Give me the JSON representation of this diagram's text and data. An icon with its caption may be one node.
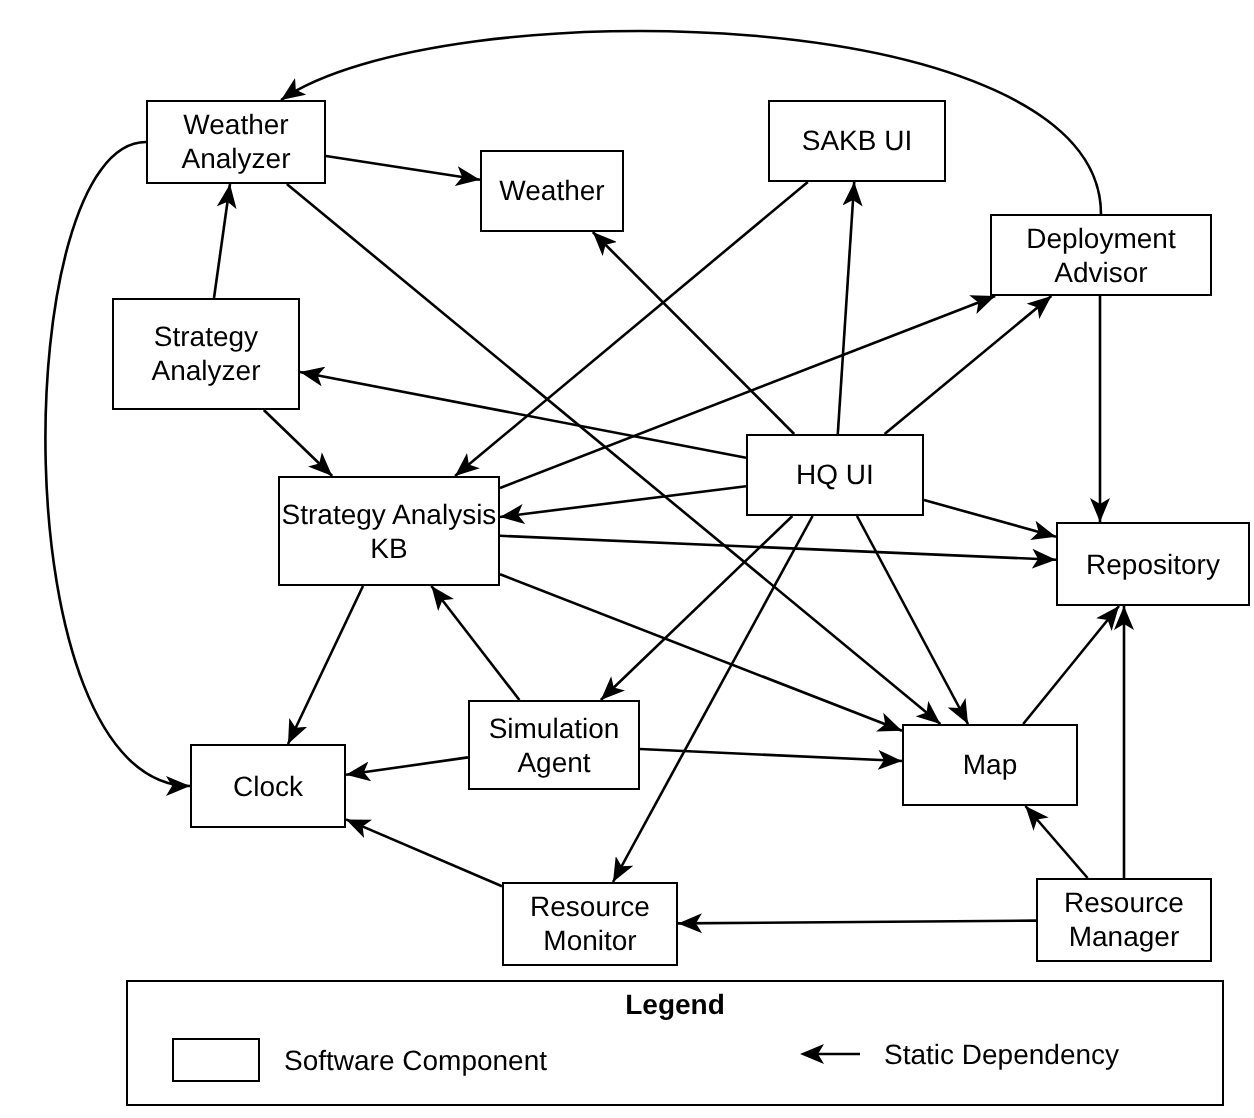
{
  "diagram": {
    "nodes": [
      {
        "text": [
          "Weather Analyzer"
        ]
      },
      {
        "text": [
          "Weather"
        ]
      },
      {
        "text": [
          "SAKB UI"
        ]
      },
      {
        "text": [
          "Deployment Advisor"
        ]
      },
      {
        "text": [
          "Strategy Analyzer"
        ]
      },
      {
        "text": [
          "HQ UI"
        ]
      },
      {
        "text": [
          "Strategy Analysis KB"
        ]
      },
      {
        "text": [
          "Repository"
        ]
      },
      {
        "text": [
          "Simulation Agent"
        ]
      },
      {
        "text": [
          "Clock"
        ]
      },
      {
        "text": [
          "Map"
        ]
      },
      {
        "text": [
          "Resource Monitor"
        ]
      },
      {
        "text": [
          "Resource Manager"
        ]
      }
    ],
    "edges": [
      {
        "from": 3,
        "to": 0,
        "arrow": "to"
      },
      {
        "from": 0,
        "to": 1,
        "arrow": "to"
      },
      {
        "from": 0,
        "to": 9,
        "arrow": "to"
      },
      {
        "from": 0,
        "to": 10,
        "arrow": "to"
      },
      {
        "from": 4,
        "to": 0,
        "arrow": "to"
      },
      {
        "from": 4,
        "to": 6,
        "arrow": "to"
      },
      {
        "from": 5,
        "to": 4,
        "arrow": "to"
      },
      {
        "from": 5,
        "to": 1,
        "arrow": "to"
      },
      {
        "from": 5,
        "to": 2,
        "arrow": "to"
      },
      {
        "from": 5,
        "to": 3,
        "arrow": "to"
      },
      {
        "from": 5,
        "to": 6,
        "arrow": "to"
      },
      {
        "from": 5,
        "to": 7,
        "arrow": "to"
      },
      {
        "from": 5,
        "to": 10,
        "arrow": "to"
      },
      {
        "from": 5,
        "to": 8,
        "arrow": "to"
      },
      {
        "from": 5,
        "to": 11,
        "arrow": "to"
      },
      {
        "from": 2,
        "to": 6,
        "arrow": "to"
      },
      {
        "from": 6,
        "to": 3,
        "arrow": "to"
      },
      {
        "from": 6,
        "to": 7,
        "arrow": "to"
      },
      {
        "from": 6,
        "to": 10,
        "arrow": "to"
      },
      {
        "from": 6,
        "to": 9,
        "arrow": "to"
      },
      {
        "from": 3,
        "to": 7,
        "arrow": "to"
      },
      {
        "from": 8,
        "to": 6,
        "arrow": "to"
      },
      {
        "from": 8,
        "to": 9,
        "arrow": "to"
      },
      {
        "from": 8,
        "to": 10,
        "arrow": "to"
      },
      {
        "from": 10,
        "to": 7,
        "arrow": "to"
      },
      {
        "from": 11,
        "to": 9,
        "arrow": "to"
      },
      {
        "from": 12,
        "to": 11,
        "arrow": "to"
      },
      {
        "from": 12,
        "to": 10,
        "arrow": "to"
      },
      {
        "from": 12,
        "to": 7,
        "arrow": "to"
      }
    ],
    "labels": [
      "Legend"
    ],
    "legend": [
      {
        "text": "Software Component"
      },
      {
        "text": "Static Dependency"
      }
    ]
  }
}
